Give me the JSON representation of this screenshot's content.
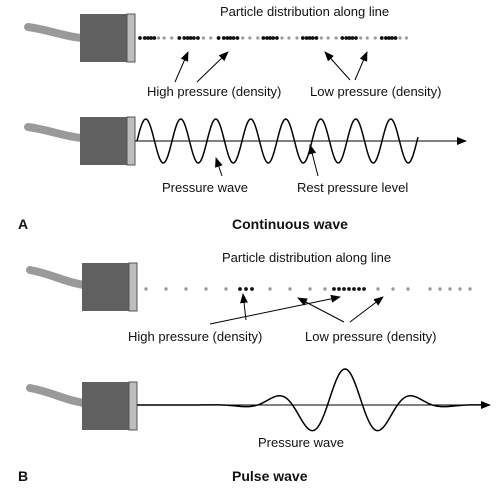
{
  "panel_a": {
    "letter": "A",
    "caption": "Continuous wave",
    "particle_label": "Particle distribution along line",
    "high_label": "High pressure (density)",
    "low_label": "Low pressure (density)",
    "wave_label": "Pressure wave",
    "rest_label": "Rest pressure level"
  },
  "panel_b": {
    "letter": "B",
    "caption": "Pulse wave",
    "particle_label": "Particle distribution along line",
    "high_label": "High pressure (density)",
    "low_label": "Low pressure (density)",
    "wave_label": "Pressure wave"
  },
  "colors": {
    "transducer_body": "#606060",
    "transducer_face": "#bdbdbd",
    "cable": "#9a9a9a",
    "particle_dark": "#111111",
    "particle_light": "#9a9a9a",
    "line": "#000000"
  }
}
